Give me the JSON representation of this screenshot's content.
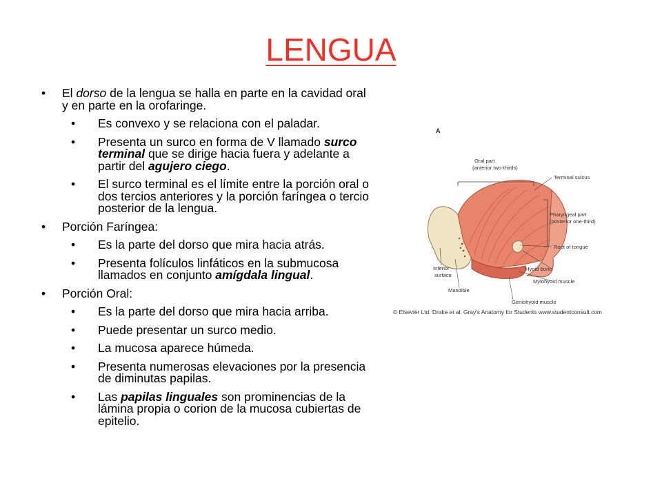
{
  "title": "LENGUA",
  "colors": {
    "title": "#e8332a",
    "tongue": "#e8846b",
    "muscle": "#d96650",
    "bone": "#f2e3c2"
  },
  "bullets": [
    {
      "level": 1,
      "parts": [
        {
          "t": "El "
        },
        {
          "t": "dorso",
          "b": false,
          "i": true
        },
        {
          "t": " de la lengua se halla en parte en la cavidad oral y en parte en la orofaringe."
        }
      ]
    },
    {
      "level": 2,
      "parts": [
        {
          "t": "Es convexo y se relaciona con el paladar."
        }
      ]
    },
    {
      "level": 2,
      "parts": [
        {
          "t": "Presenta un surco en forma de V llamado "
        },
        {
          "t": "surco terminal",
          "b": true,
          "i": true
        },
        {
          "t": " que se dirige hacia fuera y adelante a partir del "
        },
        {
          "t": "agujero ciego",
          "b": true,
          "i": true
        },
        {
          "t": "."
        }
      ]
    },
    {
      "level": 2,
      "parts": [
        {
          "t": "El surco terminal es el límite entre la porción oral o dos tercios anteriores y la porción faríngea o tercio posterior de la lengua."
        }
      ]
    },
    {
      "level": 1,
      "parts": [
        {
          "t": "Porción Faríngea:"
        }
      ]
    },
    {
      "level": 2,
      "parts": [
        {
          "t": "Es la parte del dorso que mira hacia atrás."
        }
      ]
    },
    {
      "level": 2,
      "parts": [
        {
          "t": "Presenta folículos linfáticos en la submucosa llamados en conjunto "
        },
        {
          "t": "amígdala lingual",
          "b": true,
          "i": true
        },
        {
          "t": "."
        }
      ]
    },
    {
      "level": 1,
      "parts": [
        {
          "t": "Porción Oral:"
        }
      ]
    },
    {
      "level": 2,
      "parts": [
        {
          "t": "Es la parte del dorso que mira hacia arriba."
        }
      ]
    },
    {
      "level": 2,
      "parts": [
        {
          "t": "Puede presentar un surco medio."
        }
      ]
    },
    {
      "level": 2,
      "parts": [
        {
          "t": "La mucosa aparece húmeda."
        }
      ]
    },
    {
      "level": 2,
      "parts": [
        {
          "t": "Presenta numerosas elevaciones por la presencia de diminutas papilas."
        }
      ]
    },
    {
      "level": 2,
      "parts": [
        {
          "t": "Las "
        },
        {
          "t": "papilas linguales",
          "b": true,
          "i": true
        },
        {
          "t": " son prominencias de la lámina propia o corion de la mucosa cubiertas de epitelio."
        }
      ]
    }
  ],
  "figure": {
    "panel": "A",
    "labels": {
      "oral_part_1": "Oral part",
      "oral_part_2": "(anterior two-thirds)",
      "terminal_sulcus": "Terminal sulcus",
      "pharyngeal_1": "Pharyngeal part",
      "pharyngeal_2": "(posterior one-third)",
      "root": "Root of tongue",
      "hyoid": "Hyoid bone",
      "mylohyoid": "Mylohyoid muscle",
      "geniohyoid": "Geniohyoid muscle",
      "mandible": "Mandible",
      "inferior_1": "Inferior",
      "inferior_2": "surface"
    },
    "credit": "© Elsevier Ltd. Drake et al: Gray's Anatomy for Students www.studentconsult.com"
  }
}
